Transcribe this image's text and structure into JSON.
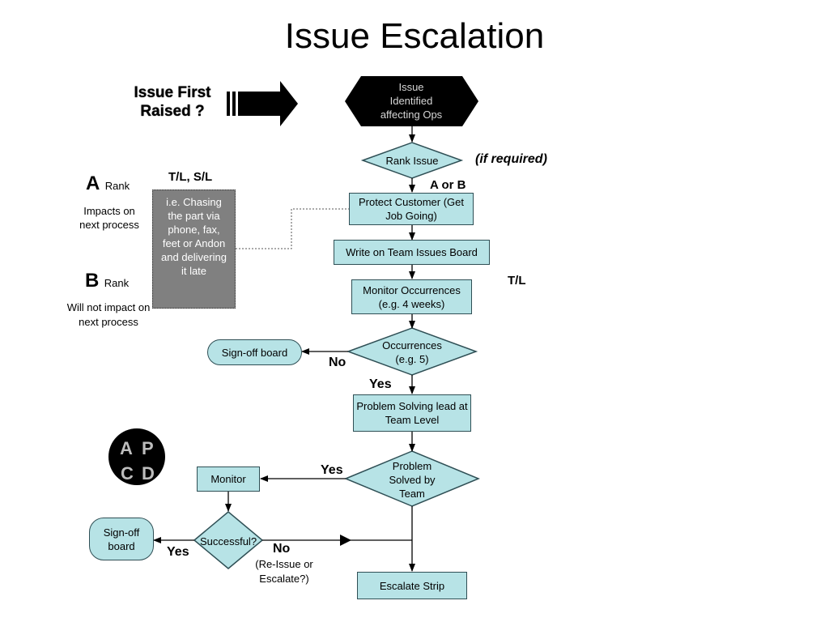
{
  "title": "Issue Escalation",
  "raised_label": "Issue First Raised ?",
  "nodes": {
    "issue_identified": "Issue Identified affecting Ops",
    "rank_issue": "Rank Issue",
    "protect_customer": "Protect Customer (Get Job Going)",
    "write_board": "Write on Team Issues Board",
    "monitor_occurrences": "Monitor Occurrences (e.g. 4 weeks)",
    "occurrences": "Occurrences (e.g. 5)",
    "signoff_top": "Sign-off board",
    "problem_solving": "Problem Solving lead at Team Level",
    "problem_solved": "Problem Solved by Team",
    "monitor": "Monitor",
    "successful": "Successful?",
    "signoff_bottom": "Sign-off board",
    "escalate": "Escalate Strip"
  },
  "labels": {
    "if_required": "(if required)",
    "a_or_b": "A or B",
    "tl_sl": "T/L, S/L",
    "tl": "T/L",
    "no_1": "No",
    "yes_1": "Yes",
    "yes_2": "Yes",
    "yes_3": "Yes",
    "no_2": "No",
    "reissue": "(Re-Issue or Escalate?)"
  },
  "rank_legend": {
    "a_letter": "A",
    "a_word": "Rank",
    "a_desc": "Impacts on next process",
    "b_letter": "B",
    "b_word": "Rank",
    "b_desc": "Will not impact on next process"
  },
  "note": "i.e. Chasing the part via phone, fax, feet or Andon and delivering it late",
  "pdca": {
    "a": "A",
    "p": "P",
    "c": "C",
    "d": "D"
  },
  "colors": {
    "box_fill": "#b7e3e6",
    "note_fill": "#808080",
    "hexagon_fill": "#000000"
  }
}
